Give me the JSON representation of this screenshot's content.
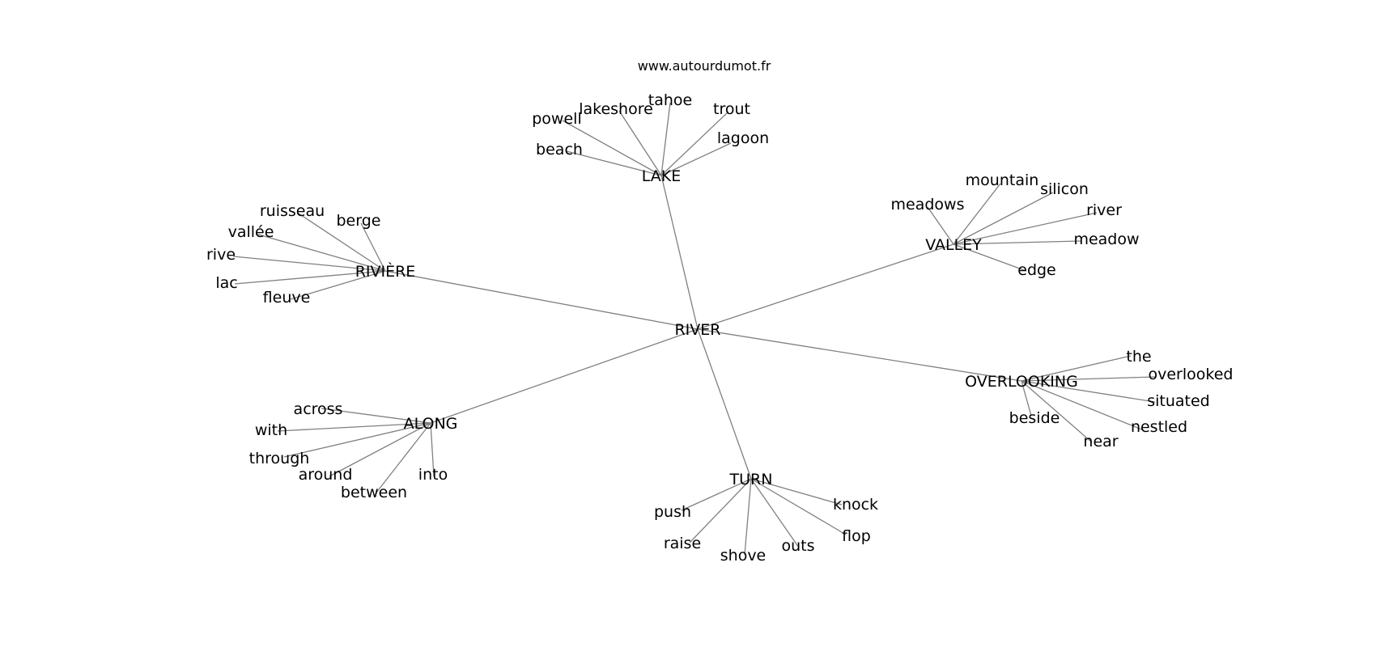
{
  "source_url": "www.autourdumot.fr",
  "graph": {
    "center": "RIVER",
    "clusters": [
      {
        "hub": "LAKE",
        "words": [
          "powell",
          "lakeshore",
          "tahoe",
          "trout",
          "beach",
          "lagoon"
        ]
      },
      {
        "hub": "VALLEY",
        "words": [
          "mountain",
          "silicon",
          "meadows",
          "river",
          "meadow",
          "edge"
        ]
      },
      {
        "hub": "RIVIÈRE",
        "words": [
          "ruisseau",
          "berge",
          "vallée",
          "rive",
          "lac",
          "fleuve"
        ]
      },
      {
        "hub": "OVERLOOKING",
        "words": [
          "the",
          "overlooked",
          "situated",
          "nestled",
          "beside",
          "near"
        ]
      },
      {
        "hub": "ALONG",
        "words": [
          "across",
          "with",
          "through",
          "around",
          "between",
          "into"
        ]
      },
      {
        "hub": "TURN",
        "words": [
          "push",
          "knock",
          "flop",
          "raise",
          "shove",
          "outs"
        ]
      }
    ]
  }
}
